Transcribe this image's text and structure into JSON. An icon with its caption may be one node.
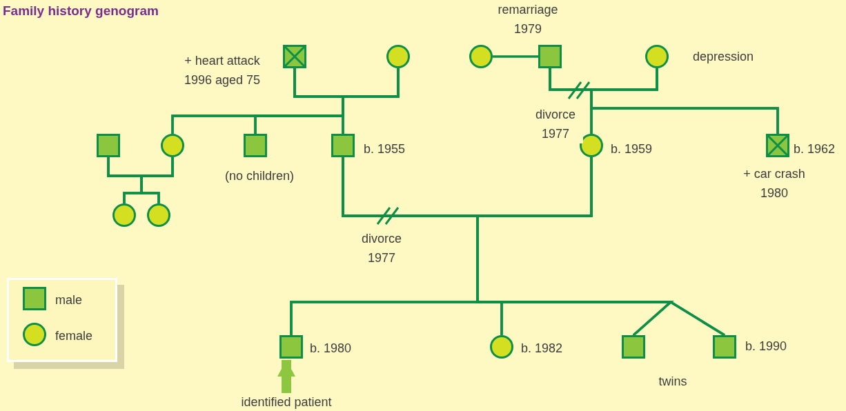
{
  "diagram": {
    "title": "Family history genogram",
    "nodes": [
      {
        "text": [],
        "shape": "crossed-box",
        "beside": [
          "+ heart attack 1996 aged 75"
        ]
      },
      {
        "text": [],
        "shape": "circle"
      },
      {
        "text": [],
        "shape": "circle"
      },
      {
        "text": [],
        "shape": "box"
      },
      {
        "text": [],
        "shape": "circle",
        "beside": [
          "depression"
        ]
      },
      {
        "text": [],
        "shape": "box"
      },
      {
        "text": [],
        "shape": "circle"
      },
      {
        "text": [],
        "shape": "box",
        "beside": [
          "(no children)"
        ]
      },
      {
        "text": [],
        "shape": "box",
        "beside": [
          "b. 1955"
        ]
      },
      {
        "text": [],
        "shape": "circle",
        "beside": [
          "b. 1959"
        ]
      },
      {
        "text": [],
        "shape": "crossed-box",
        "beside": [
          "b. 1962",
          "+ car crash 1980"
        ]
      },
      {
        "text": [],
        "shape": "circle"
      },
      {
        "text": [],
        "shape": "circle"
      },
      {
        "text": [],
        "shape": "box",
        "beside": [
          "b. 1980"
        ]
      },
      {
        "text": [
          "identified patient"
        ]
      },
      {
        "text": [],
        "shape": "circle",
        "beside": [
          "b. 1982"
        ]
      },
      {
        "text": [],
        "shape": "box"
      },
      {
        "text": [],
        "shape": "box",
        "beside": [
          "b. 1990"
        ]
      }
    ],
    "edges": [
      {
        "from": 0,
        "to": 1,
        "arrow": "none"
      },
      {
        "from": 2,
        "to": 3,
        "arrow": "none",
        "label": "remarriage 1979"
      },
      {
        "from": 3,
        "to": 4,
        "arrow": "none",
        "label": "divorce 1977"
      },
      {
        "from": 0,
        "to": 6,
        "arrow": "none"
      },
      {
        "from": 0,
        "to": 7,
        "arrow": "none"
      },
      {
        "from": 0,
        "to": 8,
        "arrow": "none"
      },
      {
        "from": 1,
        "to": 6,
        "arrow": "none"
      },
      {
        "from": 1,
        "to": 7,
        "arrow": "none"
      },
      {
        "from": 1,
        "to": 8,
        "arrow": "none"
      },
      {
        "from": 5,
        "to": 6,
        "arrow": "none"
      },
      {
        "from": 5,
        "to": 11,
        "arrow": "none"
      },
      {
        "from": 5,
        "to": 12,
        "arrow": "none"
      },
      {
        "from": 6,
        "to": 11,
        "arrow": "none"
      },
      {
        "from": 6,
        "to": 12,
        "arrow": "none"
      },
      {
        "from": 3,
        "to": 9,
        "arrow": "none"
      },
      {
        "from": 3,
        "to": 10,
        "arrow": "none"
      },
      {
        "from": 4,
        "to": 9,
        "arrow": "none"
      },
      {
        "from": 4,
        "to": 10,
        "arrow": "none"
      },
      {
        "from": 8,
        "to": 9,
        "arrow": "none",
        "label": "divorce 1977"
      },
      {
        "from": 8,
        "to": 13,
        "arrow": "none"
      },
      {
        "from": 8,
        "to": 15,
        "arrow": "none"
      },
      {
        "from": 8,
        "to": 16,
        "arrow": "none"
      },
      {
        "from": 8,
        "to": 17,
        "arrow": "none"
      },
      {
        "from": 9,
        "to": 13,
        "arrow": "none"
      },
      {
        "from": 9,
        "to": 15,
        "arrow": "none"
      },
      {
        "from": 9,
        "to": 16,
        "arrow": "none"
      },
      {
        "from": 9,
        "to": 17,
        "arrow": "none"
      },
      {
        "from": 14,
        "to": 13,
        "arrow": "to",
        "style": "thick",
        "color": "#8dc63f"
      }
    ],
    "labels": [
      "twins"
    ],
    "legend": [
      {
        "text": "male"
      },
      {
        "text": "female"
      }
    ]
  }
}
